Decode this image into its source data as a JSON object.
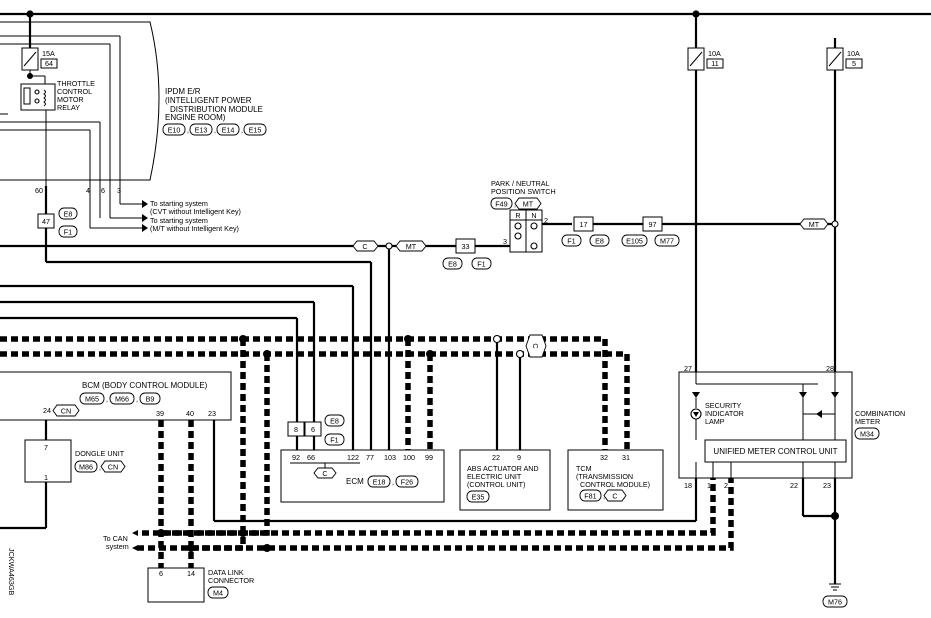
{
  "fuses": [
    {
      "rating": "15A",
      "number": "64"
    },
    {
      "rating": "10A",
      "number": "11"
    },
    {
      "rating": "10A",
      "number": "5"
    }
  ],
  "relay": {
    "label": [
      "THROTTLE",
      "CONTROL",
      "MOTOR",
      "RELAY"
    ]
  },
  "ipdm": {
    "label": [
      "IPDM E/R",
      "(INTELLIGENT POWER",
      "DISTRIBUTION MODULE",
      "ENGINE ROOM)"
    ],
    "connectors": [
      "E10",
      "E13",
      "E14",
      "E15"
    ],
    "pins": [
      "60",
      "4",
      "6",
      "3"
    ]
  },
  "starting_notes": [
    "To starting system",
    "(CVT without Intelligent Key)",
    "To starting system",
    "(M/T without Intelligent Key)"
  ],
  "park_switch": {
    "label": [
      "PARK / NEUTRAL",
      "POSITION SWITCH"
    ],
    "connector": "F49",
    "variant": "MT",
    "positions": [
      "R",
      "N"
    ],
    "pins": [
      "2",
      "3"
    ]
  },
  "joints": [
    {
      "pin": "47",
      "connectors": [
        "E8",
        "F1"
      ]
    },
    {
      "pin": "33",
      "connectors": [
        "E8",
        "F1"
      ]
    },
    {
      "pin": "17",
      "connectors": [
        "F1",
        "E8"
      ]
    },
    {
      "pin": "97",
      "connectors": [
        "E105",
        "M77"
      ]
    },
    {
      "pins": [
        "8",
        "6"
      ],
      "connectors": [
        "E8",
        "F1"
      ]
    }
  ],
  "variant_tags": {
    "mt": "MT",
    "cvt": "C",
    "cn": "CN"
  },
  "bcm": {
    "label": "BCM (BODY CONTROL MODULE)",
    "connectors": [
      "M65",
      "M66",
      "B9"
    ],
    "pins": [
      "24",
      "39",
      "40",
      "23"
    ]
  },
  "dongle": {
    "label": "DONGLE UNIT",
    "connector": "M86",
    "pins": [
      "7",
      "1"
    ]
  },
  "ecm": {
    "label": "ECM",
    "connectors": [
      "E18",
      "F26"
    ],
    "pins": [
      "92",
      "66",
      "122",
      "77",
      "103",
      "100",
      "99"
    ]
  },
  "abs": {
    "label": [
      "ABS ACTUATOR AND",
      "ELECTRIC UNIT",
      "(CONTROL UNIT)"
    ],
    "connector": "E35",
    "pins": [
      "22",
      "9"
    ]
  },
  "tcm": {
    "label": [
      "TCM",
      "(TRANSMISSION",
      "CONTROL MODULE)"
    ],
    "connector": "F81",
    "pins": [
      "32",
      "31"
    ]
  },
  "combination_meter": {
    "label": [
      "COMBINATION",
      "METER"
    ],
    "connector": "M34",
    "lamp": [
      "SECURITY",
      "INDICATOR",
      "LAMP"
    ],
    "unit": "UNIFIED METER CONTROL UNIT",
    "pins": [
      "27",
      "28",
      "18",
      "1",
      "2",
      "22",
      "23"
    ]
  },
  "ground": {
    "connector": "M76"
  },
  "can_note": [
    "To CAN",
    "system"
  ],
  "dlc": {
    "label": [
      "DATA LINK",
      "CONNECTOR"
    ],
    "connector": "M4",
    "pins": [
      "6",
      "14"
    ]
  },
  "drawing_code": "JCKWA463GB"
}
